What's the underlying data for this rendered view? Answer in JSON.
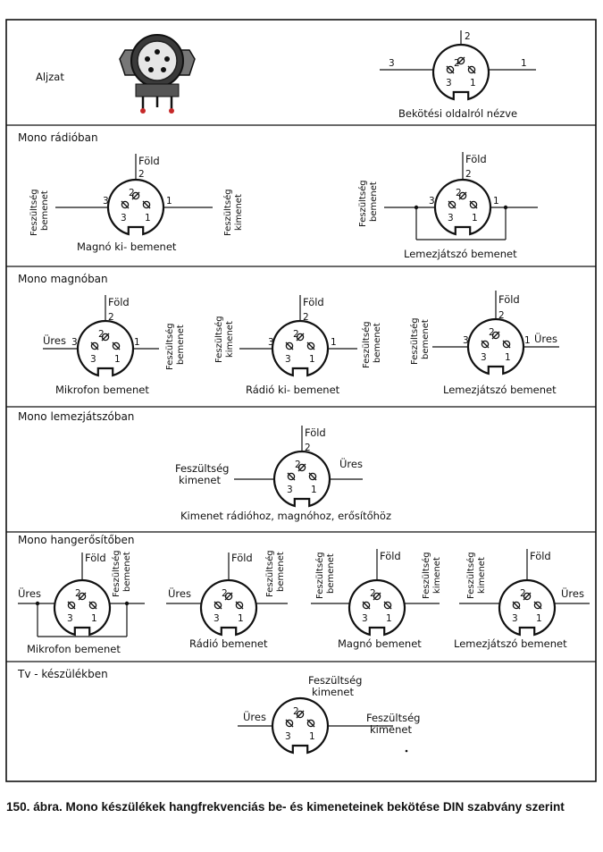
{
  "caption": "150. ábra. Mono készülékek hangfrekvenciás be- és kimeneteinek bekötése DIN szabvány szerint",
  "pins": {
    "p1": "1",
    "p2": "2",
    "p3": "3"
  },
  "labels": {
    "fold": "Föld",
    "ures": "Üres",
    "feszultseg": "Feszültség",
    "bemenet": "bemenet",
    "kimenet": "kimenet"
  },
  "sections": [
    {
      "title": "Aljzat",
      "captions": [
        "Bekötési oldalról nézve"
      ]
    },
    {
      "title": "Mono rádióban",
      "captions": [
        "Magnó ki- bemenet",
        "Lemezjátszó bemenet"
      ]
    },
    {
      "title": "Mono magnóban",
      "captions": [
        "Mikrofon bemenet",
        "Rádió ki- bemenet",
        "Lemezjátszó bemenet"
      ]
    },
    {
      "title": "Mono lemezjátszóban",
      "captions": [
        "Kimenet rádióhoz, magnóhoz, erősítőhöz"
      ]
    },
    {
      "title": "Mono hangerősítőben",
      "captions": [
        "Mikrofon bemenet",
        "Rádió bemenet",
        "Magnó bemenet",
        "Lemezjátszó bemenet"
      ]
    },
    {
      "title": "Tv - készülékben",
      "captions": []
    }
  ]
}
